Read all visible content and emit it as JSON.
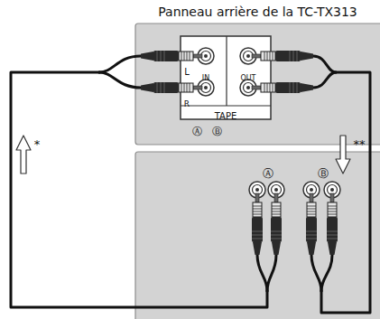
{
  "diagram": {
    "nodes": [
      {
        "text": [
          "Panneau arrière de la TC-TX313"
        ]
      },
      {
        "text": [
          "TAPE"
        ],
        "in": 0
      },
      {
        "text": [
          "Ⓐ",
          "Ⓑ"
        ]
      }
    ],
    "edges": [
      {
        "from": 2,
        "to": 1,
        "arrow": "none"
      },
      {
        "from": 1,
        "to": 2,
        "arrow": "none"
      }
    ],
    "labels": [
      "L",
      "R",
      "IN",
      "OUT",
      "Ⓐ",
      "Ⓑ",
      "*",
      "**"
    ]
  }
}
